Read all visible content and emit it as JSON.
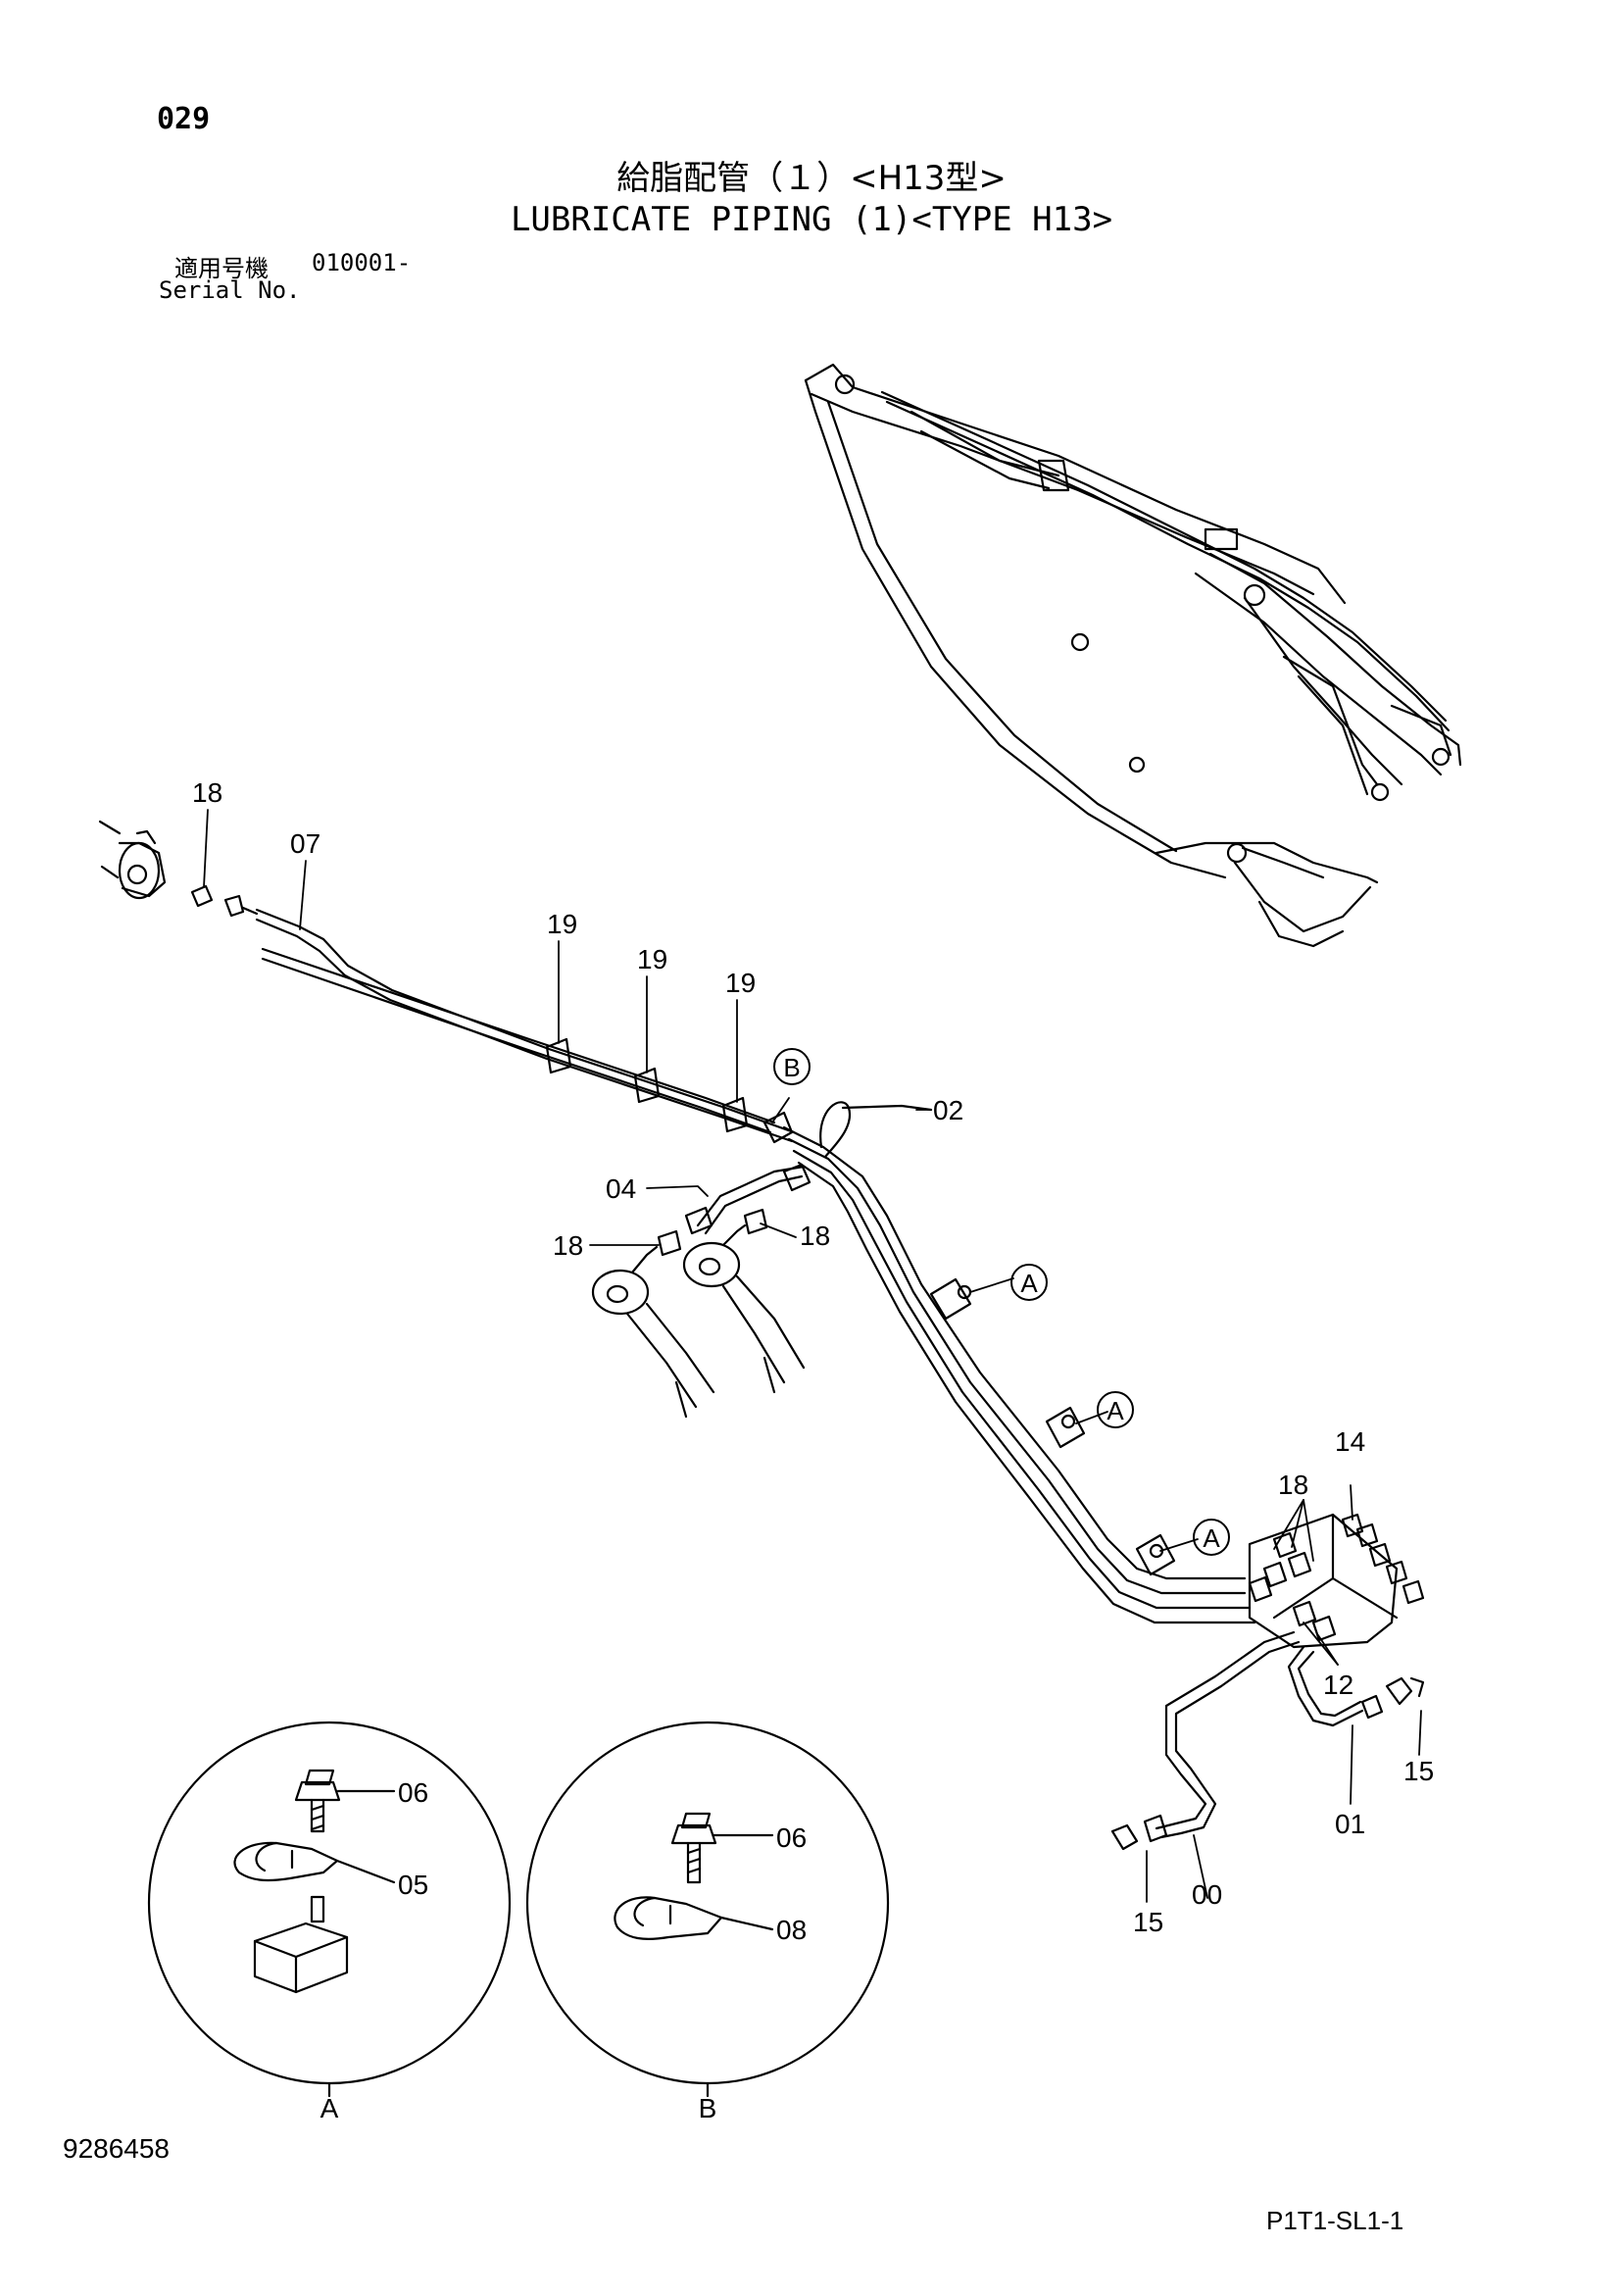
{
  "header": {
    "page_number": "029",
    "title_jp": "給脂配管（１）<H13型>",
    "title_en": "LUBRICATE PIPING (1)<TYPE H13>",
    "serial_label_jp": "適用号機",
    "serial_range": "010001-",
    "serial_label_en": "Serial No."
  },
  "callouts": {
    "p18a": "18",
    "p07": "07",
    "p19a": "19",
    "p19b": "19",
    "p19c": "19",
    "p02": "02",
    "p04": "04",
    "p18b": "18",
    "p18c": "18",
    "p18d": "18",
    "p14": "14",
    "p12": "12",
    "p15a": "15",
    "p01": "01",
    "p15b": "15",
    "p00": "00",
    "p06a": "06",
    "p05": "05",
    "p06b": "06",
    "p08": "08"
  },
  "detail_markers": {
    "a1": "A",
    "a2": "A",
    "a3": "A",
    "b1": "B"
  },
  "detail_views": {
    "a_label": "A",
    "b_label": "B"
  },
  "footer": {
    "doc_number": "9286458",
    "page_code": "P1T1-SL1-1"
  }
}
